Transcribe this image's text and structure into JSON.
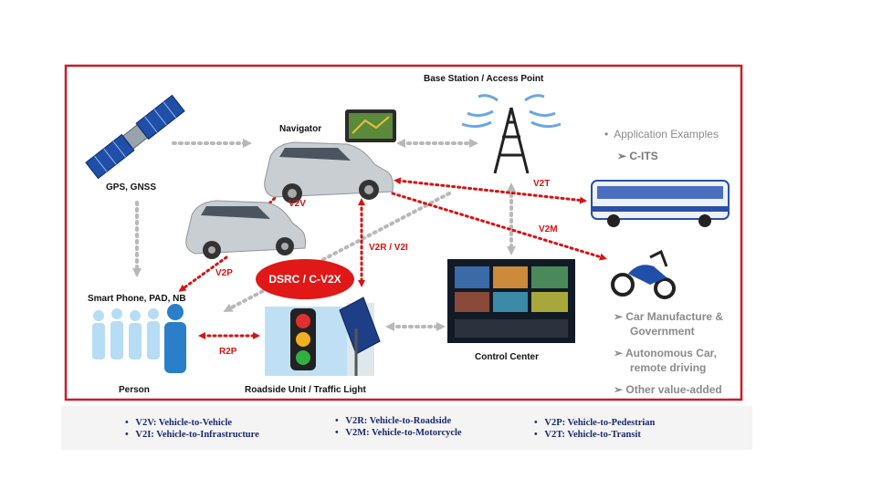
{
  "nodes": {
    "base_station": "Base Station / Access Point",
    "navigator": "Navigator",
    "gps": "GPS, GNSS",
    "smartphone": "Smart Phone, PAD, NB",
    "person": "Person",
    "roadside": "Roadside Unit / Traffic Light",
    "control_center": "Control Center",
    "dsrc": "DSRC / C-V2X"
  },
  "links": {
    "v2v": "V2V",
    "v2p": "V2P",
    "v2r": "V2R / V2I",
    "v2t": "V2T",
    "v2m": "V2M",
    "r2p": "R2P"
  },
  "applications": {
    "heading": "Application Examples",
    "items": [
      "C-ITS",
      "Car Manufacture &",
      "Government",
      "Autonomous Car,",
      "remote driving",
      "Other value-added"
    ]
  },
  "legend": {
    "col1": [
      "V2V: Vehicle-to-Vehicle",
      "V2I: Vehicle-to-Infrastructure"
    ],
    "col2": [
      "V2R: Vehicle-to-Roadside",
      "V2M: Vehicle-to-Motorcycle"
    ],
    "col3": [
      "V2P: Vehicle-to-Pedestrian",
      "V2T: Vehicle-to-Transit"
    ]
  },
  "colors": {
    "frame": "#c81e28",
    "link_red": "#d41414",
    "link_gray": "#b8b8b8",
    "dsrc_fill": "#e01818",
    "legend_text": "#1a2a6c"
  }
}
